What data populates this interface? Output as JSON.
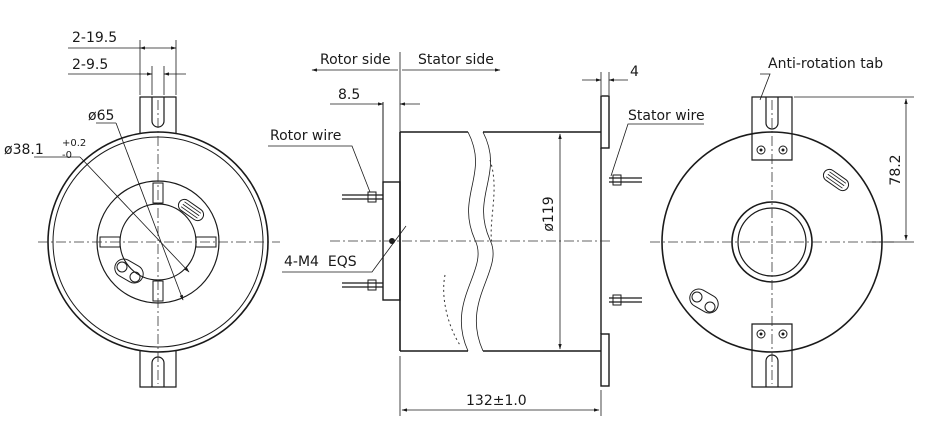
{
  "labels": {
    "dim_2_19_5": "2-19.5",
    "dim_2_9_5": "2-9.5",
    "dim_phi65": "ø65",
    "dim_phi38": "ø38.1",
    "dim_phi38_tol_upper": "+0.2",
    "dim_phi38_tol_lower": "-0",
    "rotor_side": "Rotor side",
    "stator_side": "Stator side",
    "dim_8_5": "8.5",
    "rotor_wire": "Rotor wire",
    "dim_4m4": "4-M4  EQS",
    "dim_phi119": "ø119",
    "dim_132": "132±1.0",
    "dim_4": "4",
    "stator_wire": "Stator wire",
    "anti_rotation_tab": "Anti-rotation tab",
    "dim_78_2": "78.2"
  },
  "colors": {
    "line": "#1a1a1a",
    "background": "#ffffff"
  }
}
